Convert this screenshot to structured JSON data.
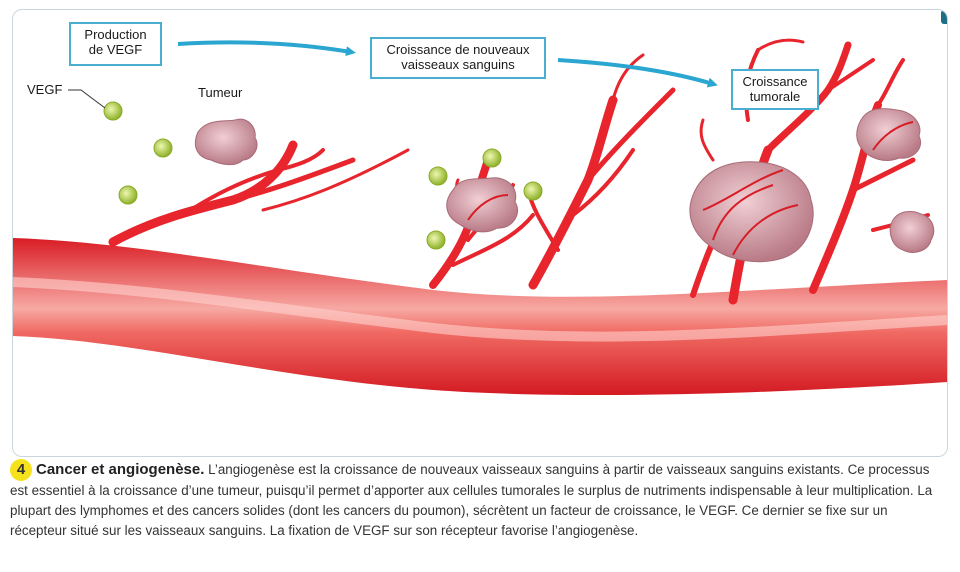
{
  "labels": {
    "production_vegf": "Production\nde VEGF",
    "croissance_vaisseaux": "Croissance de nouveaux\nvaisseaux sanguins",
    "croissance_tumorale": "Croissance\ntumorale",
    "vegf": "VEGF",
    "tumeur": "Tumeur"
  },
  "caption": {
    "number": "4",
    "title": "Cancer et angiogenèse.",
    "text": "L’angiogenèse est la croissance de nouveaux vaisseaux sanguins à partir de vaisseaux sanguins existants. Ce processus est essentiel à la croissance d’une tumeur, puisqu’il permet d’apporter aux cellules tumorales le surplus de nutriments indispensable à leur multiplication. La plupart des lymphomes et des cancers solides (dont les cancers du poumon), sécrètent un facteur de croissance, le VEGF. Ce dernier se fixe sur un récepteur situé sur les vaisseaux sanguins. La fixation de VEGF sur son récepteur favorise l’angiogenèse."
  },
  "colors": {
    "vessel": "#e8242c",
    "vessel_dark": "#c81a22",
    "tumor": "#c98a94",
    "vegf": "#a6c63a",
    "arrow": "#2aa6d0",
    "box_border": "#4aaed0",
    "badge": "#f5e11c"
  }
}
